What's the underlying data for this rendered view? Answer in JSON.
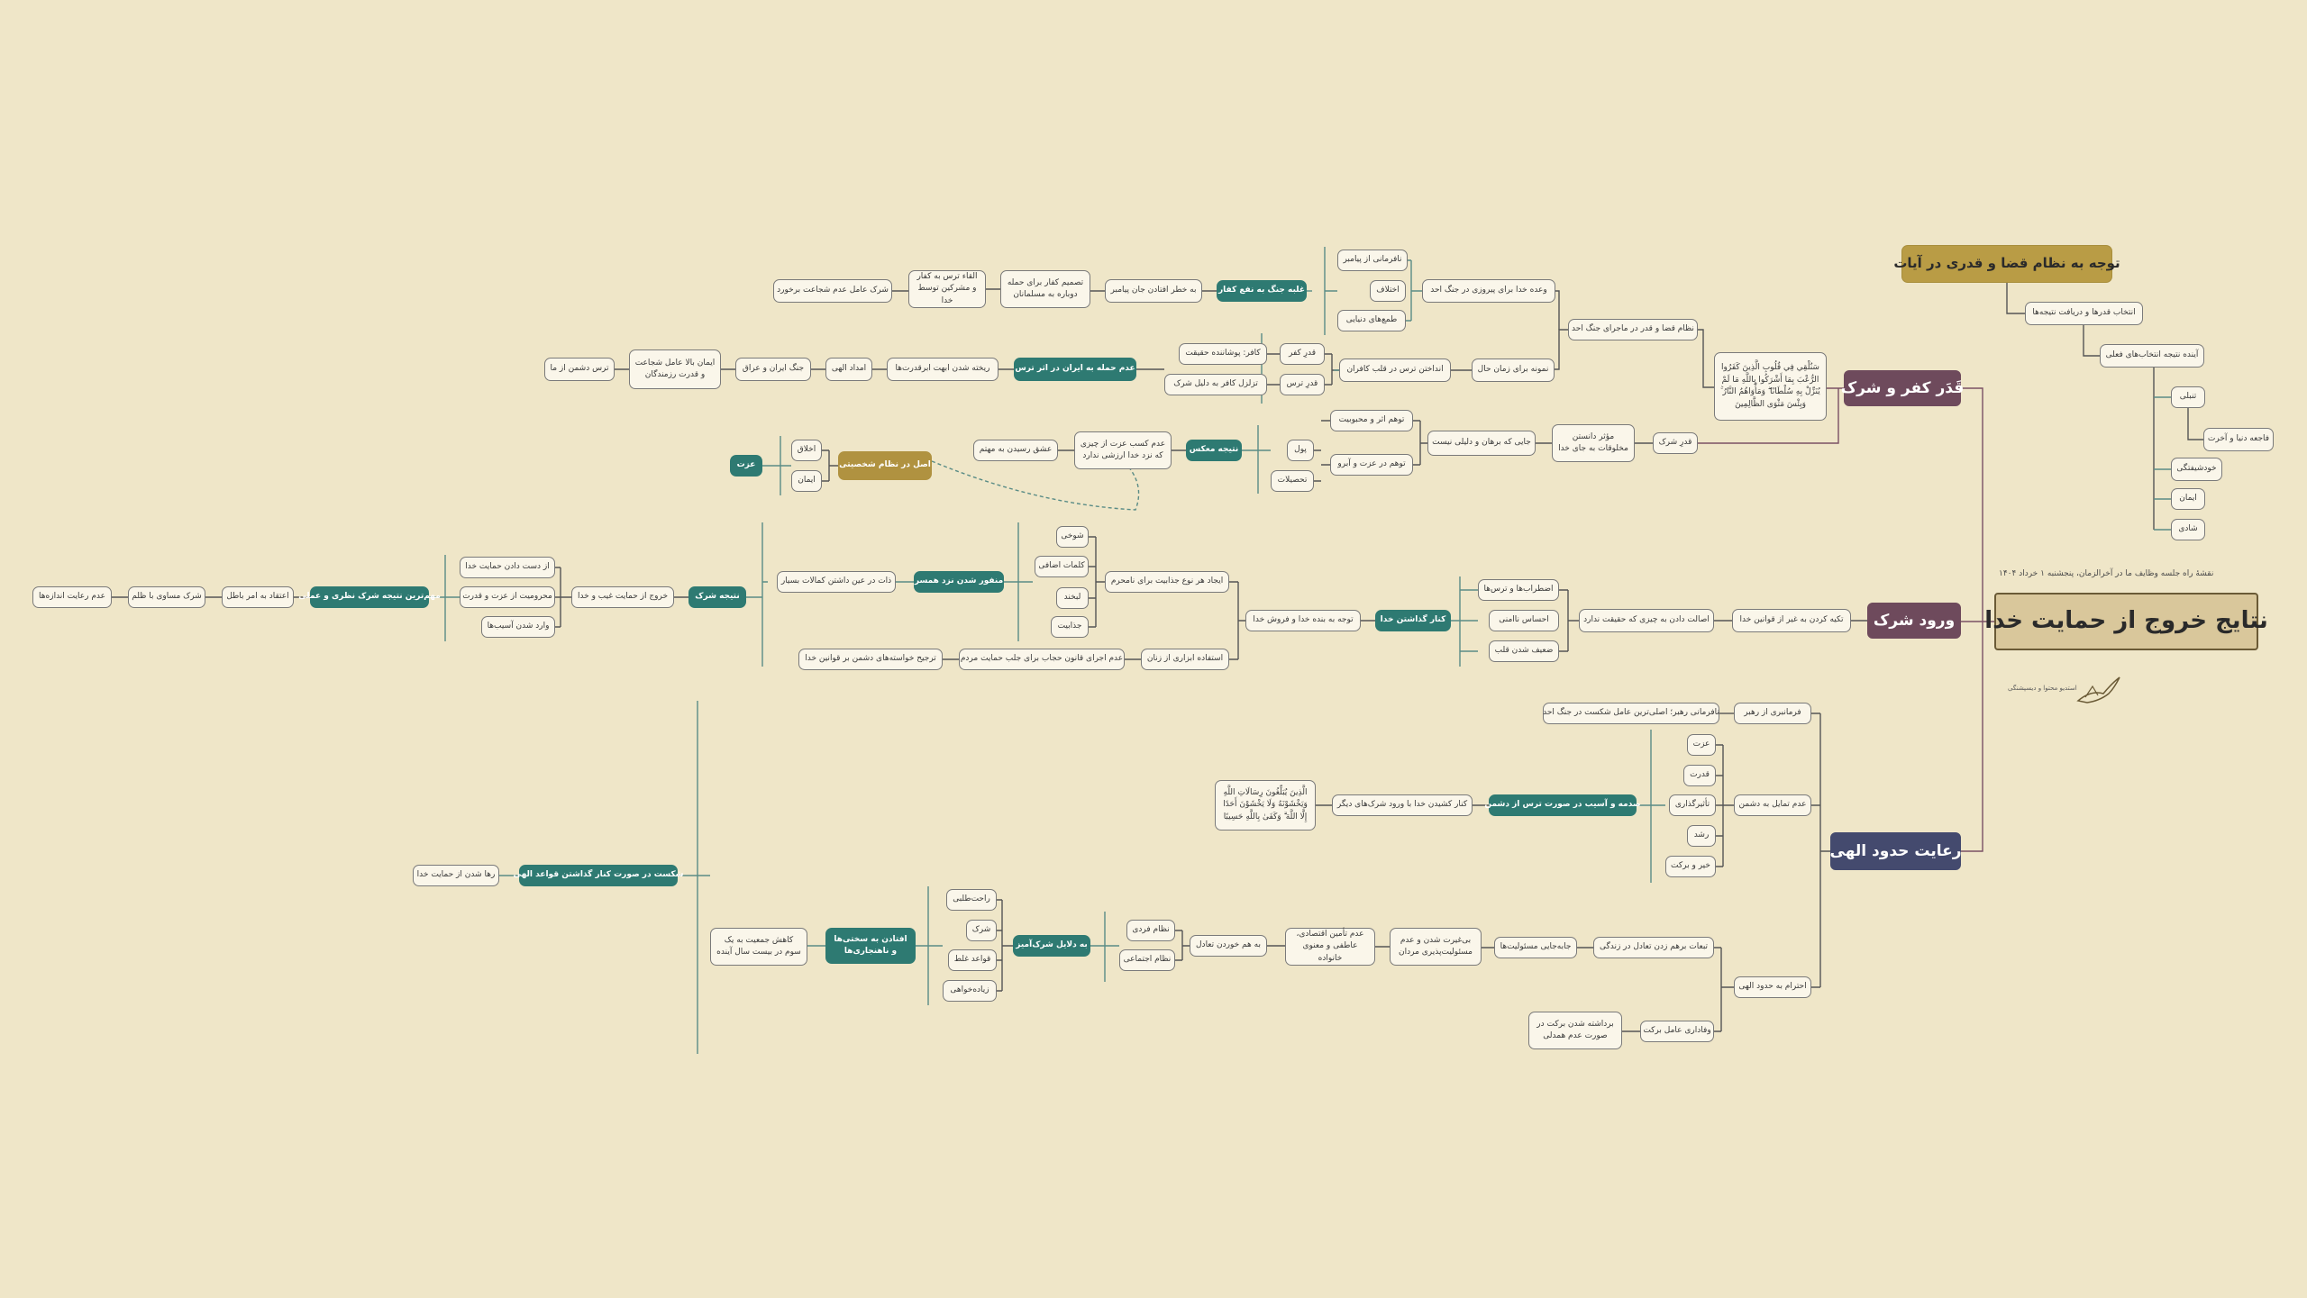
{
  "diagram": {
    "root": "نتایج خروج از حمایت خدا",
    "meta_note": "نقشهٔ راه جلسه وظایف ما در آخرالزمان، پنجشنبه ۱ خرداد ۱۴۰۴",
    "credit": "استدیو محتوا و دیسپشنگی",
    "banner": "توجه به نظام قضا و قدری در آیات",
    "banner_children": {
      "select": "انتخاب قدرها و دریافت نتیجه‌ها",
      "future": "آینده نتیجه انتخاب‌های فعلی",
      "items": [
        "تنبلی",
        "فاجعه دنیا و آخرت",
        "خودشیفتگی",
        "ایمان",
        "شادی"
      ]
    },
    "qadr": {
      "title": "قَدَر کفر و شرک",
      "verse": "سَنُلْقِي فِي قُلُوبِ الَّذِينَ كَفَرُوا الرُّعْبَ بِمَا أَشْرَكُوا بِاللَّهِ مَا لَمْ يُنَزِّلْ بِهِ سُلْطَانًا ۖ وَمَأْوَاهُمُ النَّارُ ۚ وَبِئْسَ مَثْوَى الظَّالِمِينَ",
      "shirk_qadr": "قدرِ شرک",
      "uhud_system": "نظام قضا و قدر در ماجرای جنگ احد",
      "promise": "وعده خدا برای پیروزی در جنگ احد",
      "promise_items": [
        "نافرمانی از پیامبر",
        "اختلاف",
        "طمع‌های دنیایی"
      ],
      "battle": "غلبه جنگ به نفع کفار",
      "battle_chain": [
        "به خطر افتادن جان پیامبر",
        "تصمیم کفار برای حمله دوباره به مسلمانان",
        "القاء ترس به کفار و مشرکین توسط خدا",
        "شرک عامل عدم شجاعت برخورد"
      ],
      "modern": "نمونه برای زمان حال",
      "fear_in_heart": "انداختن ترس در قلب کافران",
      "kufr_fear": [
        "قدرِ کفر",
        "قدرِ ترس"
      ],
      "kufr_desc": "کافر: پوشاننده حقیقت",
      "fear_desc": "تزلزل کافر به دلیل شرک",
      "iran": "عدم حمله به ایران در اثر ترس",
      "iran_chain": [
        "ریخته شدن ابهت ابرقدرت‌ها",
        "امداد الهی",
        "جنگ ایران و عراق",
        "ایمان بالا عامل شجاعت و قدرت رزمندگان",
        "ترس دشمن از ما"
      ],
      "creatures": "مؤثر دانستن مخلوقات به جای خدا",
      "no_proof": "جایی که برهان و دلیلی نیست",
      "illusion1": "توهم اثر و محبوبیت",
      "illusion2": "توهم در عزت و آبرو",
      "assets": [
        "پول",
        "تحصیلات"
      ],
      "reverse": "نتیجه معکس",
      "no_honor": "عدم کسب عزت از چیزی که نزد خدا ارزشی ندارد",
      "lust": "عشق رسیدن به مهتم",
      "principle": "اصل در نظام شخصیتی",
      "principle_items": [
        "اخلاق",
        "ایمان"
      ],
      "izzat": "عزت"
    },
    "shirk": {
      "title": "ورود شرک",
      "rely": "تکیه کردن به غیر از قوانین خدا",
      "originality": "اصالت دادن به چیزی که حقیقت ندارد",
      "feelings": [
        "اضطراب‌ها و ترس‌ها",
        "احساس ناامنی",
        "ضعیف شدن قلب"
      ],
      "sideline": "کنار گذاشتن خدا",
      "attention": "توجه به بنده خدا و فروش خدا",
      "attract": "ایجاد هر نوع جذابیت برای نامحرم",
      "attract_items": [
        "شوخی",
        "کلمات اضافی",
        "لبخند",
        "جذابیت"
      ],
      "spouse": "منفور شدن نزد همسر",
      "perfect": "ذات در عین داشتن کمالات بسیار",
      "tool": "استفاده ابزاری از زنان",
      "law": "عدم اجرای قانون حجاب برای جلب حمایت مردم",
      "enemy": "ترجیح خواسته‌های دشمن بر قوانین خدا",
      "result": "نتیجه شرک",
      "exit": "خروج از حمایت غیب و خدا",
      "exit_items": [
        "از دست دادن حمایت خدا",
        "محرومیت از عزت و قدرت",
        "وارد شدن آسیب‌ها"
      ],
      "important": "مهم‌ترین نتیجه شرک نظری و عملی",
      "false_belief": "اعتقاد به امر باطل",
      "oppression": "شرک مساوی با ظلم",
      "limits": "عدم رعایت اندازه‌ها"
    },
    "hudud": {
      "title": "رعایت حدود الهی",
      "obedience": "فرمانبری از رهبر",
      "disobedience": "نافرمانی رهبر؛ اصلی‌ترین عامل شکست در جنگ احد",
      "no_incline": "عدم تمایل به دشمن",
      "incline_items": [
        "عزت",
        "قدرت",
        "تأثیرگذاری",
        "رشد",
        "خیر و برکت"
      ],
      "damage": "صدمه و آسیب در صورت ترس از دشمن",
      "quit": "کنار کشیدن خدا با ورود شرک‌های دیگر",
      "verse2": "الَّذِينَ يُبَلِّغُونَ رِسَالَاتِ اللَّهِ وَيَخْشَوْنَهُ وَلَا يَخْشَوْنَ أَحَدًا إِلَّا اللَّهَ ۗ وَكَفَىٰ بِاللَّهِ حَسِيبًا",
      "defeat": "شکست در صورت کنار گذاشتن قواعد الهی",
      "released": "رها شدن از حمایت خدا",
      "respect": "احترام به حدود الهی",
      "balance": "تبعات برهم زدن تعادل در زندگی",
      "roles": "جابه‌جایی مسئولیت‌ها",
      "women": "بی‌غیرت شدن و عدم مسئولیت‌پذیری مردان",
      "family": "عدم تأمین اقتصادی، عاطفی و معنوی خانواده",
      "disorder": "به هم خوردن تعادل",
      "orders": [
        "نظام فردی",
        "نظام اجتماعی"
      ],
      "shirk_reason": "به دلایل شرک‌آمیز",
      "reasons": [
        "راحت‌طلبی",
        "شرک",
        "قواعد غلط",
        "زیاده‌خواهی"
      ],
      "hardship": "افتادن به سختی‌ها و ناهنجاری‌ها",
      "population": "کاهش جمعیت به یک سوم در بیست سال آینده",
      "loyalty": "وفاداری عامل برکت",
      "blessing": "برداشته شدن برکت در صورت عدم همدلی"
    }
  }
}
